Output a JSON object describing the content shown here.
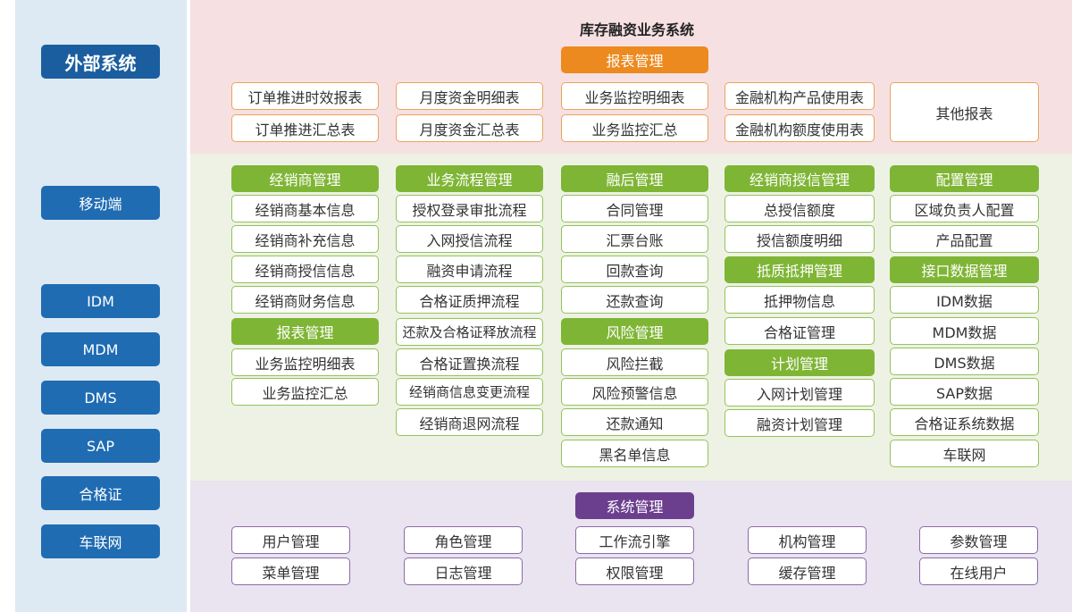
{
  "external": {
    "title": "外部系统",
    "items": [
      "移动端",
      "IDM",
      "MDM",
      "DMS",
      "SAP",
      "合格证",
      "车联网"
    ]
  },
  "main_title": "库存融资业务系统",
  "reports": {
    "header": "报表管理",
    "items": [
      "订单推进时效报表",
      "订单推进汇总表",
      "月度资金明细表",
      "月度资金汇总表",
      "业务监控明细表",
      "业务监控汇总",
      "金融机构产品使用表",
      "金融机构额度使用表",
      "其他报表"
    ]
  },
  "modules": {
    "dealer": {
      "header": "经销商管理",
      "items": [
        "经销商基本信息",
        "经销商补充信息",
        "经销商授信信息",
        "经销商财务信息"
      ]
    },
    "dealer_reports": {
      "header": "报表管理",
      "items": [
        "业务监控明细表",
        "业务监控汇总"
      ]
    },
    "process": {
      "header": "业务流程管理",
      "items": [
        "授权登录审批流程",
        "入网授信流程",
        "融资申请流程",
        "合格证质押流程",
        "还款及合格证释放流程",
        "合格证置换流程",
        "经销商信息变更流程",
        "经销商退网流程"
      ]
    },
    "post_loan": {
      "header": "融后管理",
      "items": [
        "合同管理",
        "汇票台账",
        "回款查询",
        "还款查询"
      ]
    },
    "risk": {
      "header": "风险管理",
      "items": [
        "风险拦截",
        "风险预警信息",
        "还款通知",
        "黑名单信息"
      ]
    },
    "credit": {
      "header": "经销商授信管理",
      "items": [
        "总授信额度",
        "授信额度明细"
      ]
    },
    "pledge": {
      "header": "抵质抵押管理",
      "items": [
        "抵押物信息",
        "合格证管理"
      ]
    },
    "plan": {
      "header": "计划管理",
      "items": [
        "入网计划管理",
        "融资计划管理"
      ]
    },
    "config": {
      "header": "配置管理",
      "items": [
        "区域负责人配置",
        "产品配置"
      ]
    },
    "interface": {
      "header": "接口数据管理",
      "items": [
        "IDM数据",
        "MDM数据",
        "DMS数据",
        "SAP数据",
        "合格证系统数据",
        "车联网"
      ]
    }
  },
  "system": {
    "header": "系统管理",
    "items": [
      "用户管理",
      "菜单管理",
      "角色管理",
      "日志管理",
      "工作流引擎",
      "权限管理",
      "机构管理",
      "缓存管理",
      "参数管理",
      "在线用户"
    ]
  },
  "colors": {
    "external_blue": "#1f6cb3",
    "report_orange": "#ec8a1f",
    "module_green": "#7fb535",
    "system_purple": "#6c3f8e"
  }
}
